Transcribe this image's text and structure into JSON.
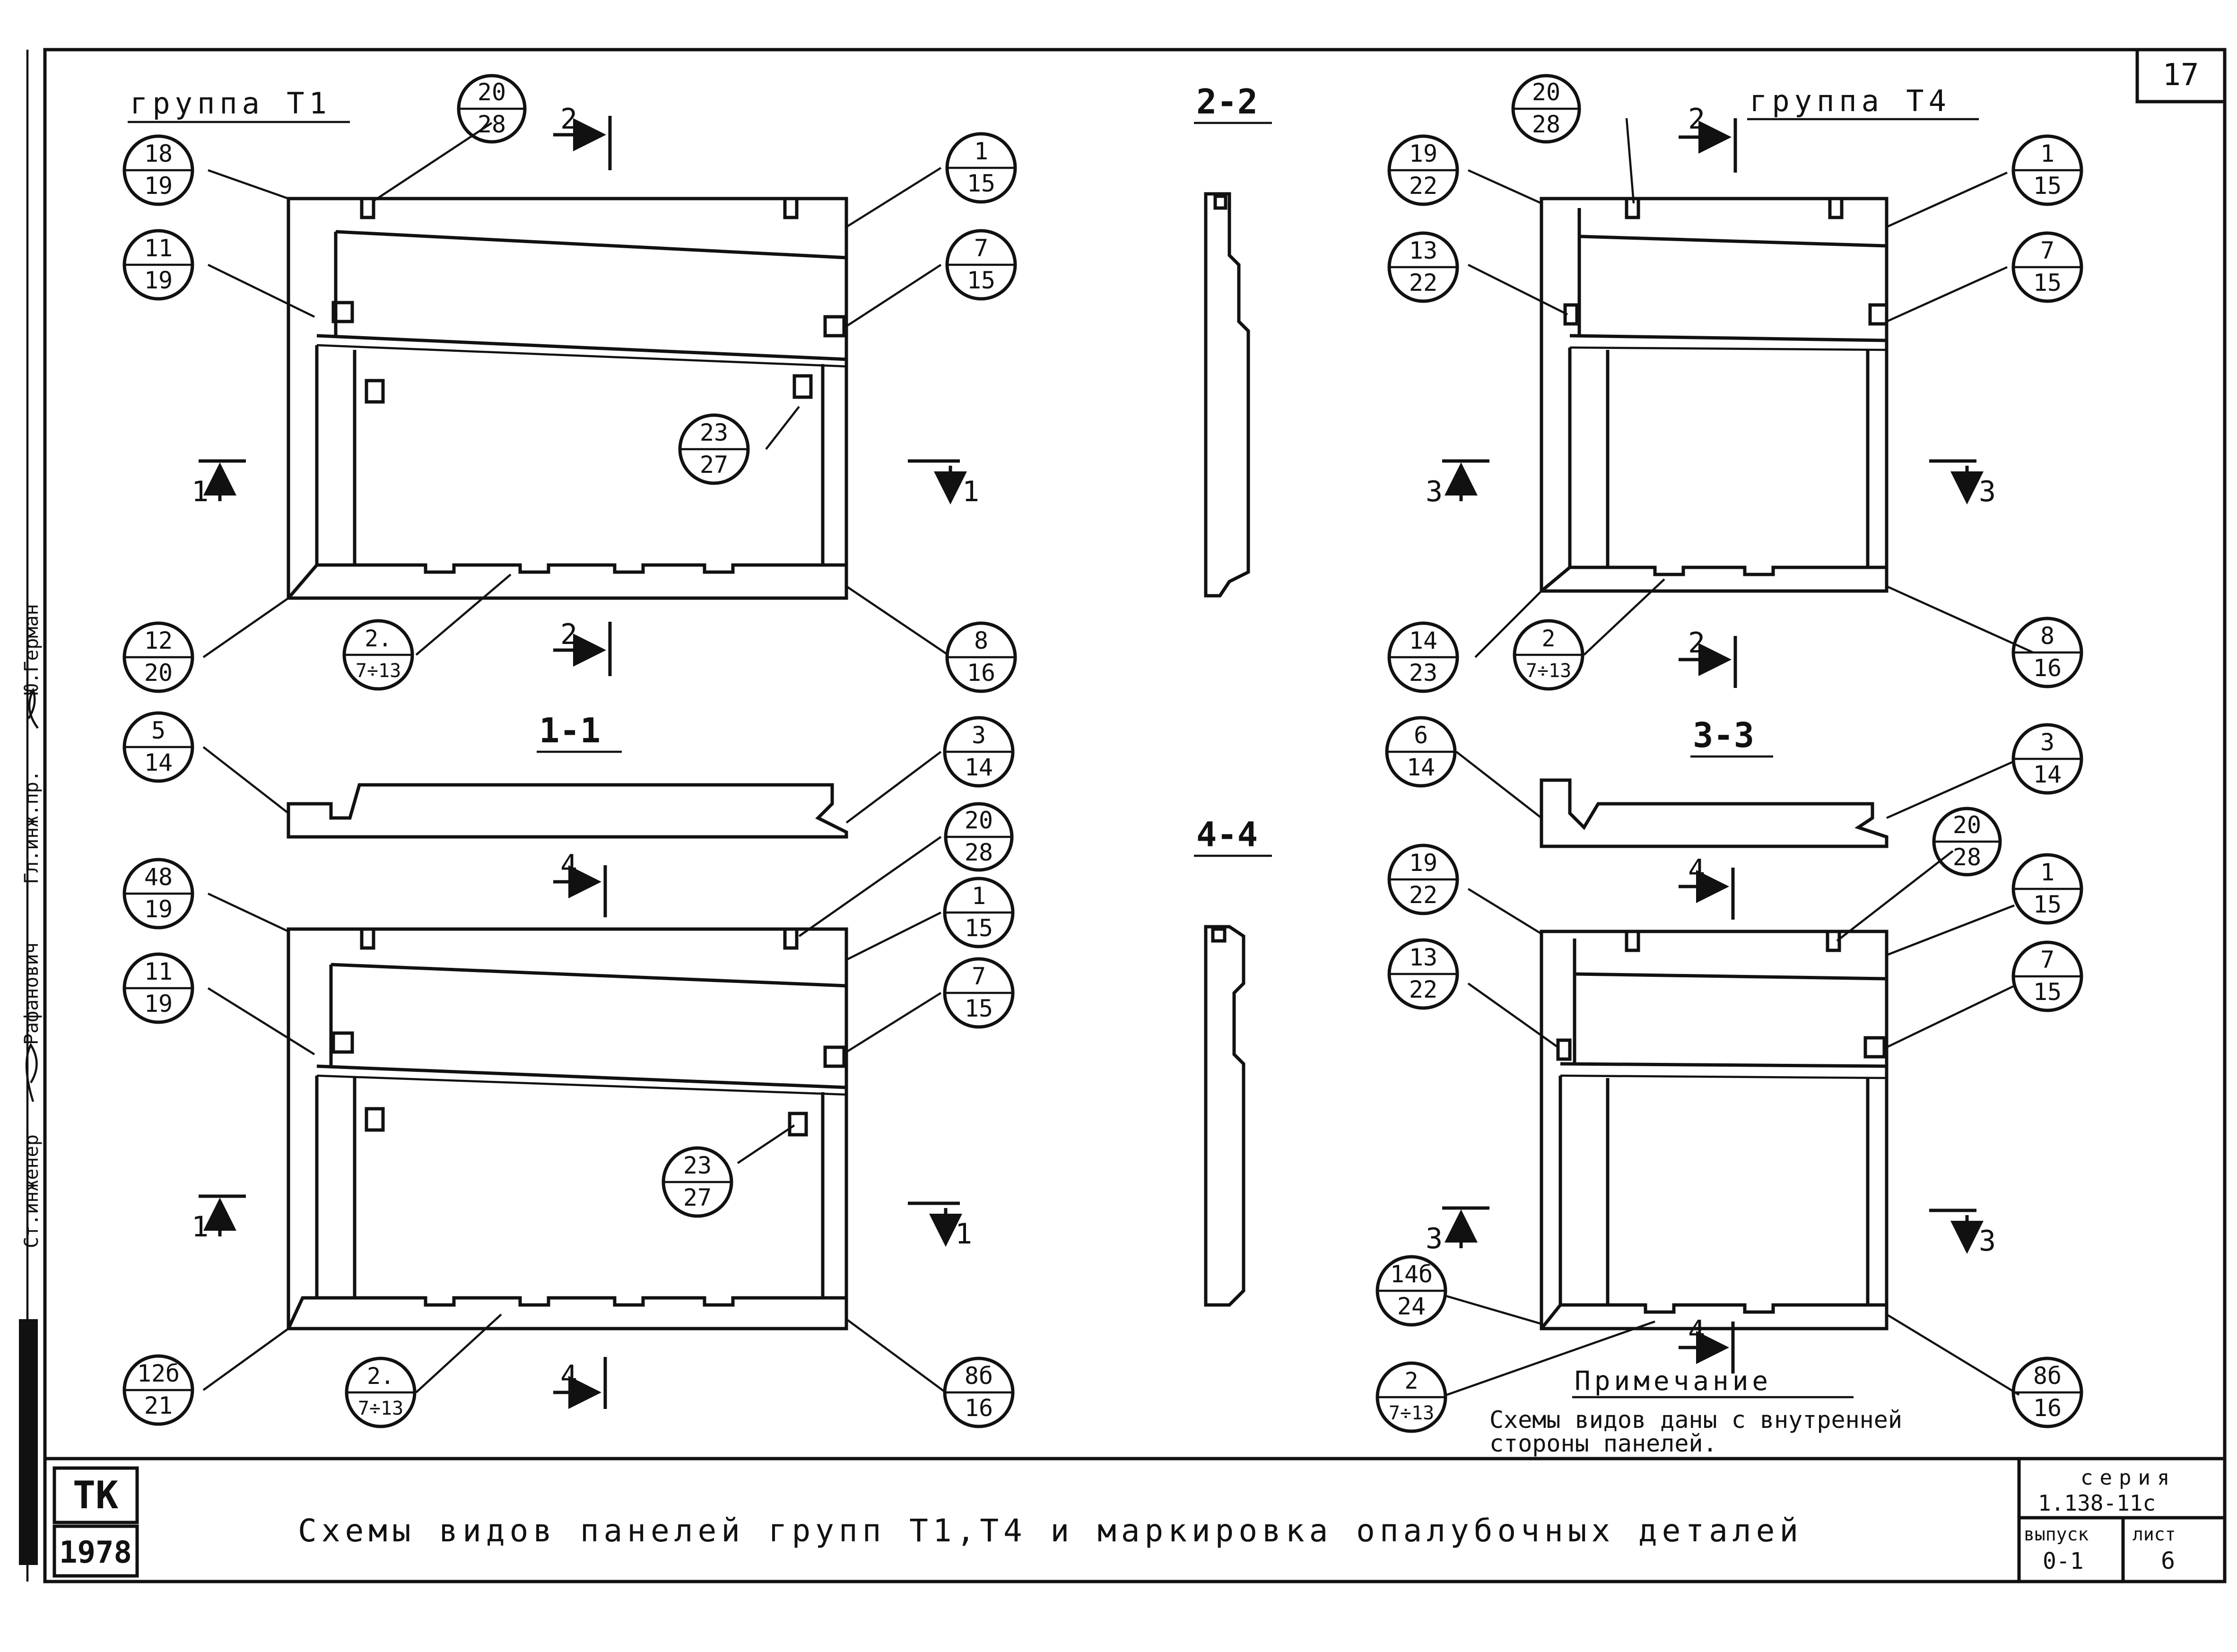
{
  "sheet": {
    "page_number": "17",
    "title": "Схемы видов панелей групп Т1,Т4 и маркировка опалубочных деталей",
    "stamp_top": "ТК",
    "stamp_year": "1978",
    "series_label": "серия",
    "series_value": "1.138-11с",
    "issue_label": "выпуск",
    "issue_value": "0-1",
    "sheet_label": "лист",
    "sheet_value": "6",
    "side_signatures": [
      "Ю.Герман",
      "Гл.инж.пр.",
      "Рафанович",
      "Ст.инженер"
    ],
    "note_title": "Примечание",
    "note_line1": "Схемы видов даны с внутренней",
    "note_line2": "стороны панелей."
  },
  "group_titles": {
    "t1": "группа Т1",
    "t4": "группа Т4"
  },
  "section_titles": {
    "s11": "1-1",
    "s22": "2-2",
    "s33": "3-3",
    "s44": "4-4"
  },
  "cut_markers": {
    "c2_top_left": "2",
    "c2_bot_left": "2",
    "c1_left_top": "1",
    "c1_right_top": "1",
    "c4_top_left": "4",
    "c4_bot_left": "4",
    "c1_left_bot": "1",
    "c1_right_bot": "1",
    "c2_top_right": "2",
    "c2_bot_right": "2",
    "c3_left_top": "3",
    "c3_right_top": "3",
    "c4_top_right": "4",
    "c4_bot_right": "4",
    "c3_left_bot": "3",
    "c3_right_bot": "3"
  },
  "bubbles": {
    "tl_2028": {
      "top": "20",
      "bot": "28"
    },
    "tl_1819": {
      "top": "18",
      "bot": "19"
    },
    "tl_1119": {
      "top": "11",
      "bot": "19"
    },
    "tl_115": {
      "top": "1",
      "bot": "15"
    },
    "tl_715": {
      "top": "7",
      "bot": "15"
    },
    "tl_2327": {
      "top": "23",
      "bot": "27"
    },
    "tl_1220": {
      "top": "12",
      "bot": "20"
    },
    "tl_2713": {
      "top": "2.",
      "bot": "7÷13"
    },
    "tl_816": {
      "top": "8",
      "bot": "16"
    },
    "tr_2028": {
      "top": "20",
      "bot": "28"
    },
    "tr_1922": {
      "top": "19",
      "bot": "22"
    },
    "tr_1322": {
      "top": "13",
      "bot": "22"
    },
    "tr_115": {
      "top": "1",
      "bot": "15"
    },
    "tr_715": {
      "top": "7",
      "bot": "15"
    },
    "tr_1423": {
      "top": "14",
      "bot": "23"
    },
    "tr_2713": {
      "top": "2",
      "bot": "7÷13"
    },
    "tr_816": {
      "top": "8",
      "bot": "16"
    },
    "ml_514": {
      "top": "5",
      "bot": "14"
    },
    "ml_314": {
      "top": "3",
      "bot": "14"
    },
    "mr_614": {
      "top": "6",
      "bot": "14"
    },
    "mr_314": {
      "top": "3",
      "bot": "14"
    },
    "bl_2028": {
      "top": "20",
      "bot": "28"
    },
    "bl_4819": {
      "top": "48",
      "bot": "19"
    },
    "bl_1119": {
      "top": "11",
      "bot": "19"
    },
    "bl_115": {
      "top": "1",
      "bot": "15"
    },
    "bl_715": {
      "top": "7",
      "bot": "15"
    },
    "bl_2327": {
      "top": "23",
      "bot": "27"
    },
    "bl_12b21": {
      "top": "12б",
      "bot": "21"
    },
    "bl_2713": {
      "top": "2.",
      "bot": "7÷13"
    },
    "bl_8b16": {
      "top": "8б",
      "bot": "16"
    },
    "br_2028": {
      "top": "20",
      "bot": "28"
    },
    "br_1922": {
      "top": "19",
      "bot": "22"
    },
    "br_1322": {
      "top": "13",
      "bot": "22"
    },
    "br_115": {
      "top": "1",
      "bot": "15"
    },
    "br_715": {
      "top": "7",
      "bot": "15"
    },
    "br_14b24": {
      "top": "14б",
      "bot": "24"
    },
    "br_2713": {
      "top": "2",
      "bot": "7÷13"
    },
    "br_8b16": {
      "top": "8б",
      "bot": "16"
    }
  }
}
